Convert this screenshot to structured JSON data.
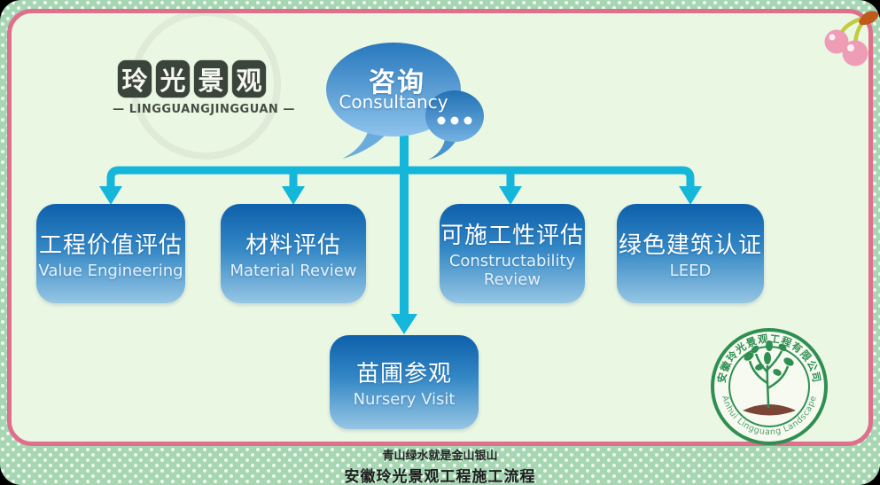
{
  "page": {
    "caption_small": "青山绿水就是金山银山",
    "caption_main": "安徽玲光景观工程施工流程"
  },
  "logo": {
    "chars": [
      "玲",
      "光",
      "景",
      "观"
    ],
    "subtitle": "— LINGGUANGJINGGUAN —"
  },
  "flow": {
    "root": {
      "zh": "咨询",
      "en": "Consultancy"
    },
    "branches": [
      {
        "zh": "工程价值评估",
        "en": "Value Engineering"
      },
      {
        "zh": "材料评估",
        "en": "Material Review"
      },
      {
        "zh": "可施工性评估",
        "en": "Constructability Review"
      },
      {
        "zh": "绿色建筑认证",
        "en": "LEED"
      }
    ],
    "child": {
      "zh": "苗圃参观",
      "en": "Nursery Visit"
    }
  },
  "seal": {
    "arc_top": "安徽玲光景观工程有限公司",
    "arc_bottom": "Anhui Lingguang Landscape"
  },
  "colors": {
    "connector_cyan": "#14b6da",
    "node_gradient_top": "#0d60aa",
    "node_gradient_bottom": "#96c6e4",
    "content_background": "#eaf7e3",
    "band_green": "#a6d6b2",
    "frame_pink": "#df6f8d",
    "seal_green": "#2f8f51",
    "stamp_dark": "#3b443b",
    "cherry_pink": "#ef9cb6"
  }
}
